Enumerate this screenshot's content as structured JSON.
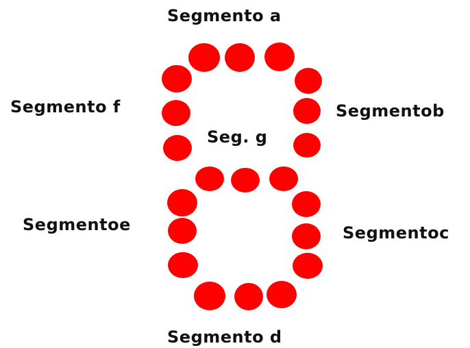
{
  "colors": {
    "segment_dot": "#ff0000",
    "label_text": "#111111",
    "background": "#ffffff"
  },
  "labels": {
    "a": "Segmento a",
    "b": "Segmentob",
    "c": "Segmentoc",
    "d": "Segmento d",
    "e": "Segmentoe",
    "f": "Segmento f",
    "g": "Seg. g"
  },
  "segments": [
    "a",
    "b",
    "c",
    "d",
    "e",
    "f",
    "g"
  ]
}
